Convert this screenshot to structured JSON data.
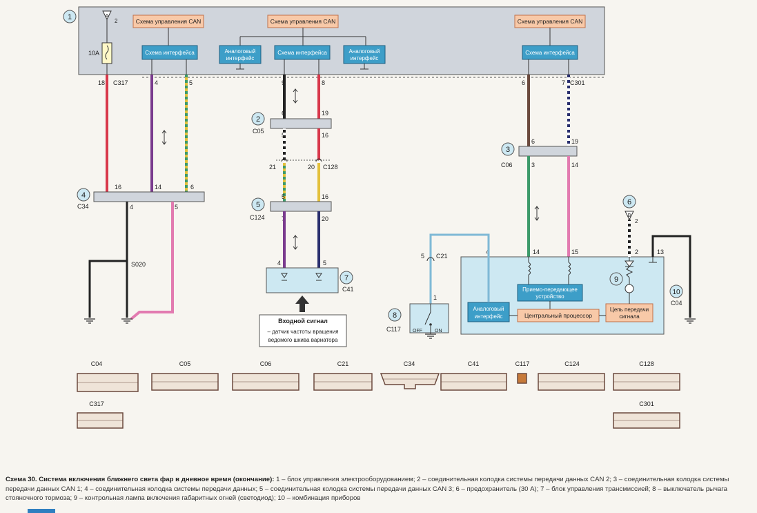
{
  "colors": {
    "unit_fill": "#d0d5dc",
    "can_fill": "#f8c9a8",
    "iface_fill": "#3d9ec8",
    "panel_fill": "#cde8f2",
    "red": "#d8384b",
    "purple": "#7a3b8e",
    "yellow": "#e3c03c",
    "green": "#3d9a6a",
    "black": "#222222",
    "brown": "#6b4a3e",
    "navy": "#2a2f6e",
    "pink": "#e27bb0",
    "lightblue": "#7fb9d6"
  },
  "components": {
    "n1": "1",
    "n2": "2",
    "n3": "3",
    "n4": "4",
    "n5": "5",
    "n6": "6",
    "n7": "7",
    "n8": "8",
    "n9": "9",
    "n10": "10"
  },
  "unit1": {
    "can_left": "Схема управления CAN",
    "can_middle": "Схема управления CAN",
    "can_right": "Схема управления CAN",
    "iface_left": "Схема интерфейса",
    "iface_middle": "Схема интерфейса",
    "iface_right": "Схема интерфейса",
    "analog_left": [
      "Аналоговый",
      "интерфейс"
    ],
    "analog_right": [
      "Аналоговый",
      "интерфейс"
    ],
    "fuse": "10A",
    "fuse_feed": "A",
    "fuse_feed_pin": "2"
  },
  "pins": {
    "c317_pin": "18",
    "c317": "C317",
    "p4": "4",
    "p5": "5",
    "p9": "9",
    "p8": "8",
    "p6": "6",
    "p7": "7",
    "c301": "C301"
  },
  "c05": {
    "label": "C05",
    "t1": "6",
    "t2": "19",
    "b1": "5",
    "b2": "16"
  },
  "c128": {
    "label": "C128",
    "l": "21",
    "r": "20"
  },
  "c124": {
    "label": "C124",
    "t1": "5",
    "t2": "16",
    "b1": "7",
    "b2": "20"
  },
  "c06": {
    "label": "C06",
    "t1": "6",
    "t2": "19",
    "b1": "3",
    "b2": "14"
  },
  "c34": {
    "label": "C34",
    "t1": "16",
    "t2": "14",
    "t3": "6",
    "b1": "4",
    "b2": "5"
  },
  "s020": "S020",
  "c41": {
    "label": "C41",
    "p1": "4",
    "p2": "5"
  },
  "input_signal": {
    "title": "Входной сигнал",
    "line1": "– датчик частоты вращения",
    "line2": "ведомого шкива вариатора"
  },
  "c21": {
    "label": "C21",
    "pin": "5"
  },
  "c117": {
    "label": "C117",
    "pin": "1",
    "off": "OFF",
    "on": "ON"
  },
  "unit10": {
    "label": "C04",
    "pin4": "4",
    "pin14": "14",
    "pin15": "15",
    "pin2": "2",
    "pin13": "13",
    "transceiver": [
      "Приемо-передающее",
      "устройство"
    ],
    "analog": [
      "Аналоговый",
      "интерфейс"
    ],
    "cpu": "Центральный процессор",
    "signal": [
      "Цепь передачи",
      "сигнала"
    ]
  },
  "fuse6": {
    "letter": "B",
    "pin": "2"
  },
  "connector_labels": {
    "c04": "C04",
    "c05": "C05",
    "c06": "C06",
    "c21": "C21",
    "c34": "C34",
    "c41": "C41",
    "c117": "C117",
    "c124": "C124",
    "c128": "C128",
    "c317": "C317",
    "c301": "C301"
  },
  "caption": {
    "title": "Схема 30. Система включения ближнего света фар в дневное время (окончание):",
    "text": " 1 – блок управления электрооборудованием; 2 – соединительная колодка системы передачи данных CAN 2; 3 – соединительная колодка системы передачи данных CAN 1; 4 – соединительная колодка системы передачи данных; 5 – соединительная колодка системы передачи данных CAN 3; 6 – предохранитель (30 А); 7 – блок управления трансмиссией; 8 – выключатель рычага стояночного тормоза; 9 – контрольная лампа включения габаритных огней (светодиод); 10 – комбинация приборов"
  }
}
